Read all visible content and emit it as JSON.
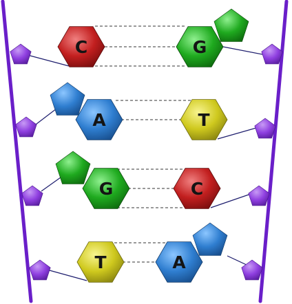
{
  "colors": {
    "backbone": "#6a1fc9",
    "sugar": "#8f3fe0",
    "adenine": "#2f7ed0",
    "thymine": "#cfc91e",
    "guanine": "#1faa1f",
    "cytosine": "#c21f1f"
  },
  "base_pairs": [
    {
      "left": "C",
      "right": "G",
      "bonds": 3
    },
    {
      "left": "A",
      "right": "T",
      "bonds": 2
    },
    {
      "left": "G",
      "right": "C",
      "bonds": 3
    },
    {
      "left": "T",
      "right": "A",
      "bonds": 2
    }
  ]
}
